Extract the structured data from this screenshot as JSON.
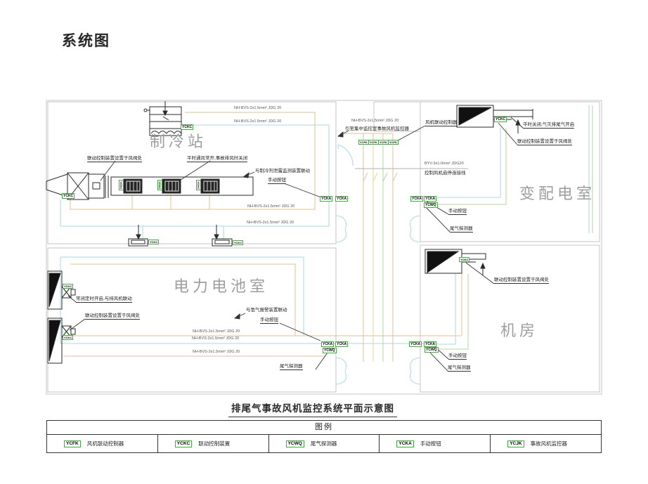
{
  "title": "系统图",
  "caption": "排尾气事故风机监控系统平面示意图",
  "rooms": {
    "refrigeration": "制冷站",
    "transformer": "变配电室",
    "battery": "电力电池室",
    "machine": "机房"
  },
  "tags": {
    "yckc": "YCKC",
    "ycfk": "YCFK",
    "ycka": "YCKA",
    "ycwq": "YCWQ",
    "ycjk": "YCJK"
  },
  "wires": {
    "nh_bvs": "NH-BVS-2x1.5mm² JDG 20",
    "byv": "BYV-3x1.0mm² JDG20",
    "byv_desc": "控制风机启停连接线",
    "to_monitor_room": "引至集中监控室事故风机监控器"
  },
  "annotations": {
    "linkage_at_valve": "联动控制装置设置于风阀处",
    "normally_open_close_on_accident": "平时通风常开,事故排风时关闭",
    "refrigerant_leak_linkage": "与制冷剂泄露监测装置联动",
    "manual_button": "手动按钮",
    "fan_linkage_controller": "风机联动控制器",
    "closed_open_on_gas_ext": "平时关闭,气灭排尾气开启",
    "exhaust_detector": "尾气探测器",
    "normally_closed_timed": "常闭定时开启,与排风机联动",
    "hydrogen_alarm_linkage": "与氢气报警装置联动"
  },
  "legend": {
    "title": "图例",
    "items": [
      {
        "code": "YCFK",
        "label": "风机联动控制器"
      },
      {
        "code": "YCKC",
        "label": "联动控制装置"
      },
      {
        "code": "YCWQ",
        "label": "尾气探测器"
      },
      {
        "code": "YCKA",
        "label": "手动按钮"
      },
      {
        "code": "YCJK",
        "label": "事故风机监控器"
      }
    ]
  },
  "colors": {
    "tag_border": "#3fae3f",
    "wire_tan": "#dfc096",
    "wire_cyan": "#a9d8e2",
    "wire_green": "#b5d49c",
    "wire_yellow": "#e0d98f",
    "room_border": "#c6c6c6",
    "room_label": "#9e9e9e"
  }
}
